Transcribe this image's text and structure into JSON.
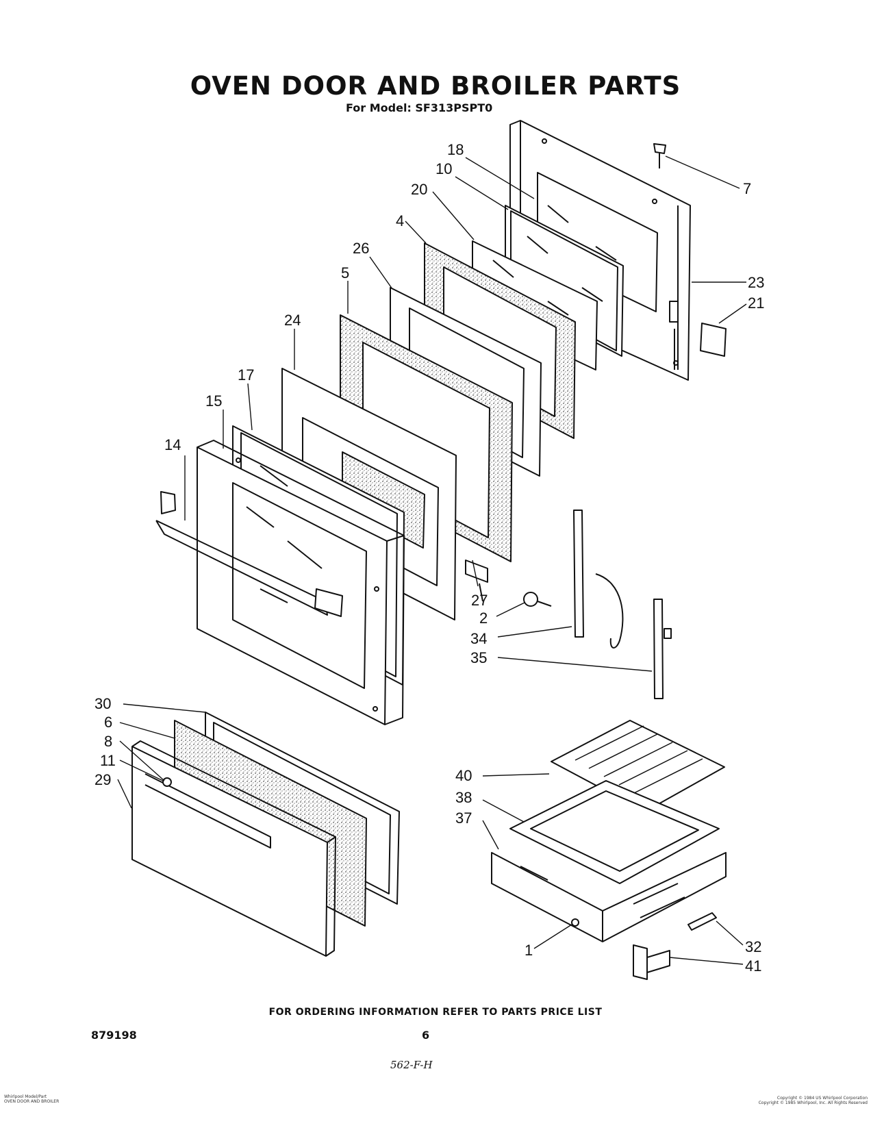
{
  "title": "OVEN DOOR AND BROILER PARTS",
  "subtitle": "For Model: SF313PSPT0",
  "ordering_note": "FOR ORDERING INFORMATION REFER TO PARTS PRICE LIST",
  "part_number": "879198",
  "page_number": "6",
  "handwritten_code": "562-F-H",
  "fine_print_left": "Whirlpool Model/Part\nOVEN DOOR AND BROILER",
  "fine_print_right": "Copyright © 1984 US Whirlpool Corporation\nCopyright © 1985 Whirlpool, Inc. All Rights Reserved",
  "callouts": [
    {
      "id": "18",
      "label": "18"
    },
    {
      "id": "10",
      "label": "10"
    },
    {
      "id": "20",
      "label": "20"
    },
    {
      "id": "4",
      "label": "4"
    },
    {
      "id": "26",
      "label": "26"
    },
    {
      "id": "5",
      "label": "5"
    },
    {
      "id": "24",
      "label": "24"
    },
    {
      "id": "17",
      "label": "17"
    },
    {
      "id": "15",
      "label": "15"
    },
    {
      "id": "14",
      "label": "14"
    },
    {
      "id": "7",
      "label": "7"
    },
    {
      "id": "23",
      "label": "23"
    },
    {
      "id": "21",
      "label": "21"
    },
    {
      "id": "27",
      "label": "27"
    },
    {
      "id": "2",
      "label": "2"
    },
    {
      "id": "34",
      "label": "34"
    },
    {
      "id": "35",
      "label": "35"
    },
    {
      "id": "30",
      "label": "30"
    },
    {
      "id": "6",
      "label": "6"
    },
    {
      "id": "8",
      "label": "8"
    },
    {
      "id": "11",
      "label": "11"
    },
    {
      "id": "29",
      "label": "29"
    },
    {
      "id": "40",
      "label": "40"
    },
    {
      "id": "38",
      "label": "38"
    },
    {
      "id": "37",
      "label": "37"
    },
    {
      "id": "1",
      "label": "1"
    },
    {
      "id": "32",
      "label": "32"
    },
    {
      "id": "41",
      "label": "41"
    }
  ]
}
